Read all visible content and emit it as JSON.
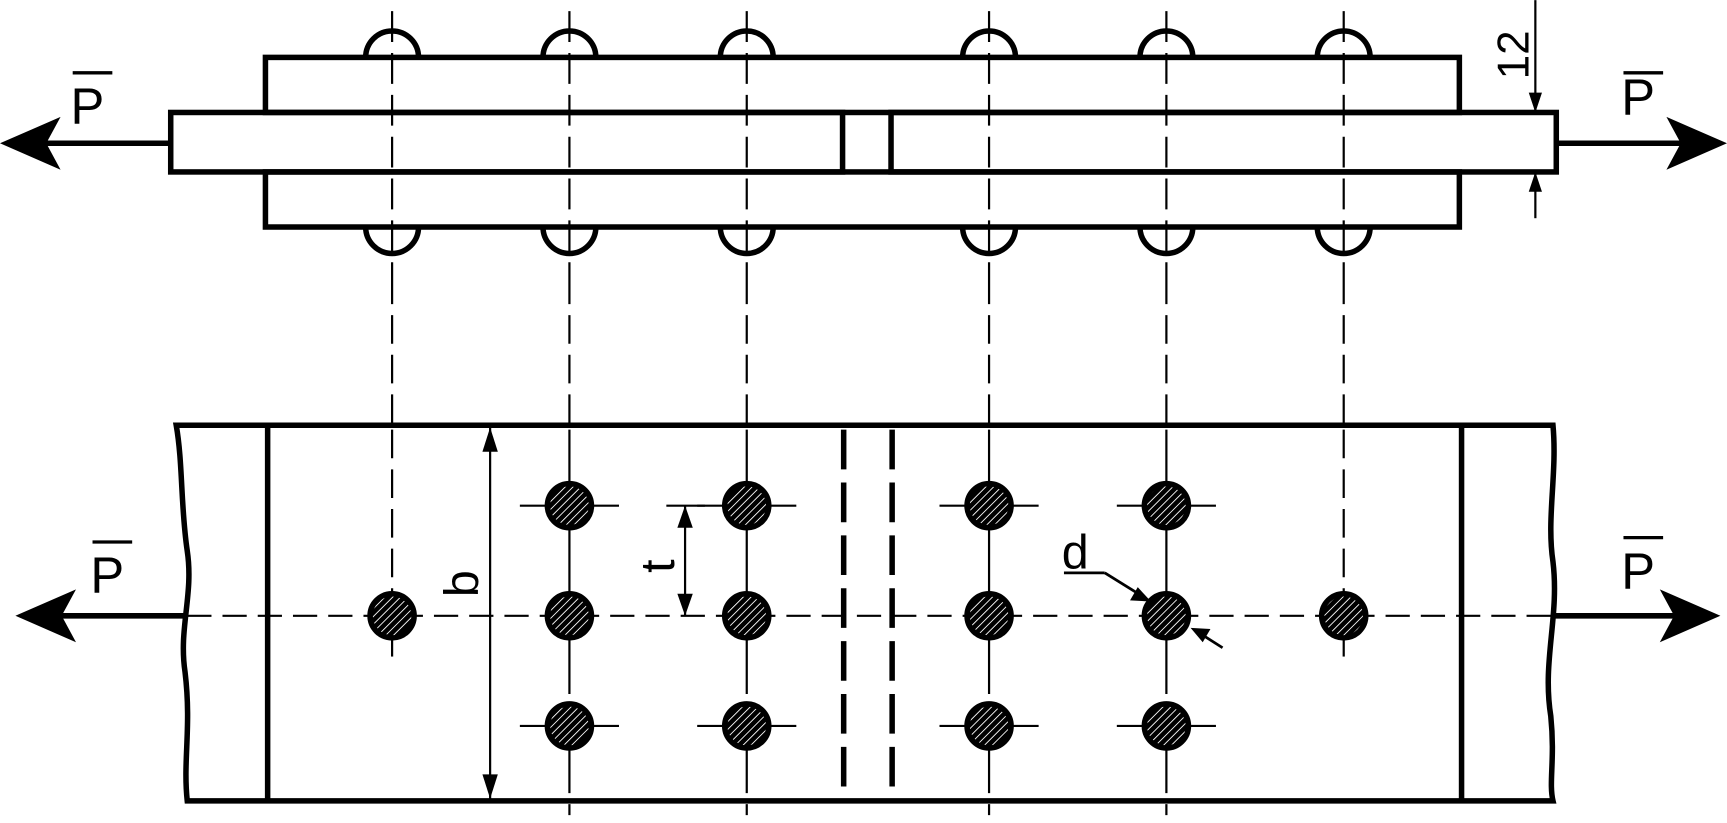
{
  "labels": {
    "force_top_left": "P",
    "force_top_right": "P",
    "force_bottom_left": "P",
    "force_bottom_right": "P",
    "thickness_dim": "12",
    "width_b": "b",
    "pitch_t": "t",
    "diameter_d": "d"
  },
  "colors": {
    "ink": "#000000",
    "paper": "#ffffff"
  },
  "rivets": {
    "columns": 6,
    "top_view_rows": 1,
    "bottom_rows_per_column": [
      1,
      3,
      3,
      3,
      3,
      1
    ]
  }
}
